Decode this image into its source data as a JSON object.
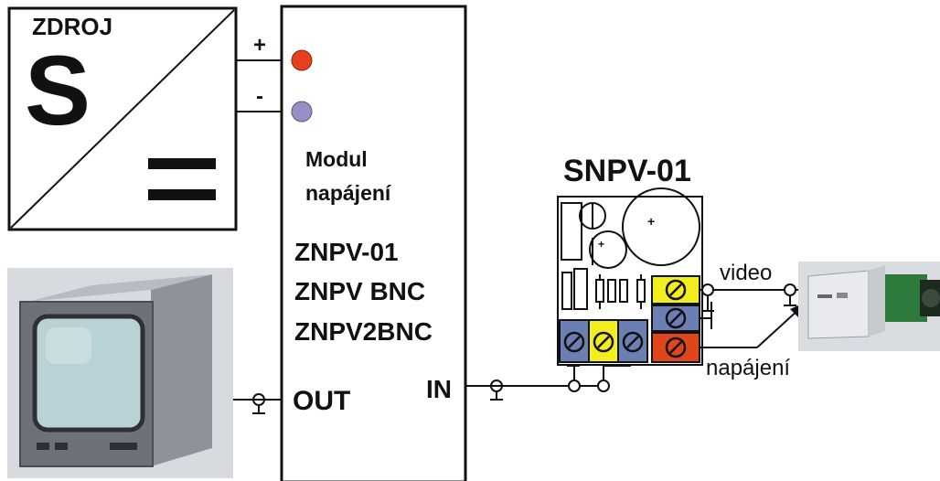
{
  "source": {
    "title": "ZDROJ",
    "symbol": "S",
    "plus": "+",
    "minus": "-"
  },
  "module": {
    "caption_line1": "Modul",
    "caption_line2": "napájení",
    "models": [
      "ZNPV-01",
      "ZNPV BNC",
      "ZNPV2BNC"
    ],
    "out_label": "OUT",
    "in_label": "IN"
  },
  "board": {
    "title": "SNPV-01",
    "video_label": "video",
    "power_label": "napájení"
  },
  "colors": {
    "plus_terminal": "#e8401c",
    "minus_terminal": "#9a8fc4",
    "terminal_yellow": "#f2ee1e",
    "terminal_blue": "#6b7fb5",
    "terminal_red": "#e0461a",
    "camera_body": "#2c7a3c"
  }
}
